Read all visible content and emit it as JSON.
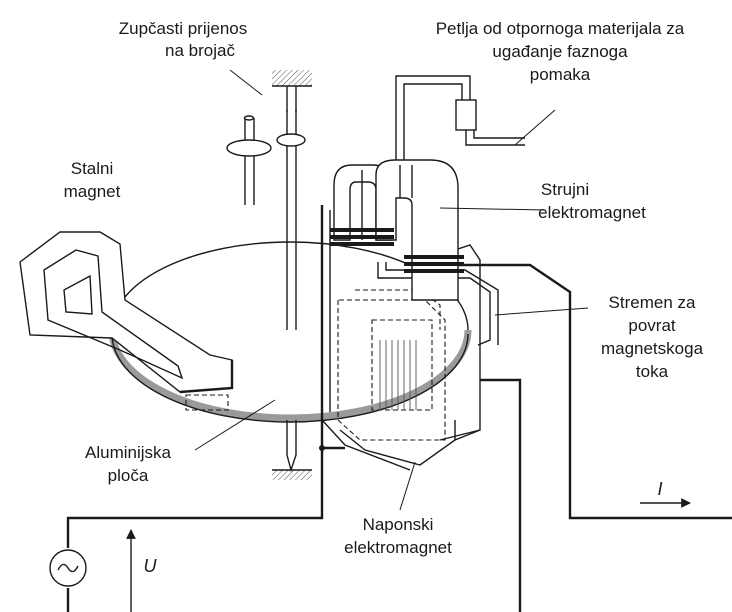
{
  "labels": {
    "gear_line1": "Zupčasti prijenos",
    "gear_line2": "na brojač",
    "loop_line1": "Petlja od otpornoga materijala za",
    "loop_line2": "ugađanje faznoga",
    "loop_line3": "pomaka",
    "magnet_line1": "Stalni",
    "magnet_line2": "magnet",
    "current_em_line1": "Strujni",
    "current_em_line2": "elektromagnet",
    "yoke_line1": "Stremen za",
    "yoke_line2": "povrat",
    "yoke_line3": "magnetskoga",
    "yoke_line4": "toka",
    "disc_line1": "Aluminijska",
    "disc_line2": "ploča",
    "voltage_em_line1": "Naponski",
    "voltage_em_line2": "elektromagnet",
    "current_symbol": "I",
    "voltage_symbol": "U"
  },
  "icons": {
    "source": "ac-source-icon",
    "current_arrow": "arrow-right-icon",
    "voltage_arrow": "arrow-up-icon"
  },
  "colors": {
    "ink": "#1a1a1a",
    "disc_rim": "#9a9a9a",
    "background": "#ffffff"
  }
}
